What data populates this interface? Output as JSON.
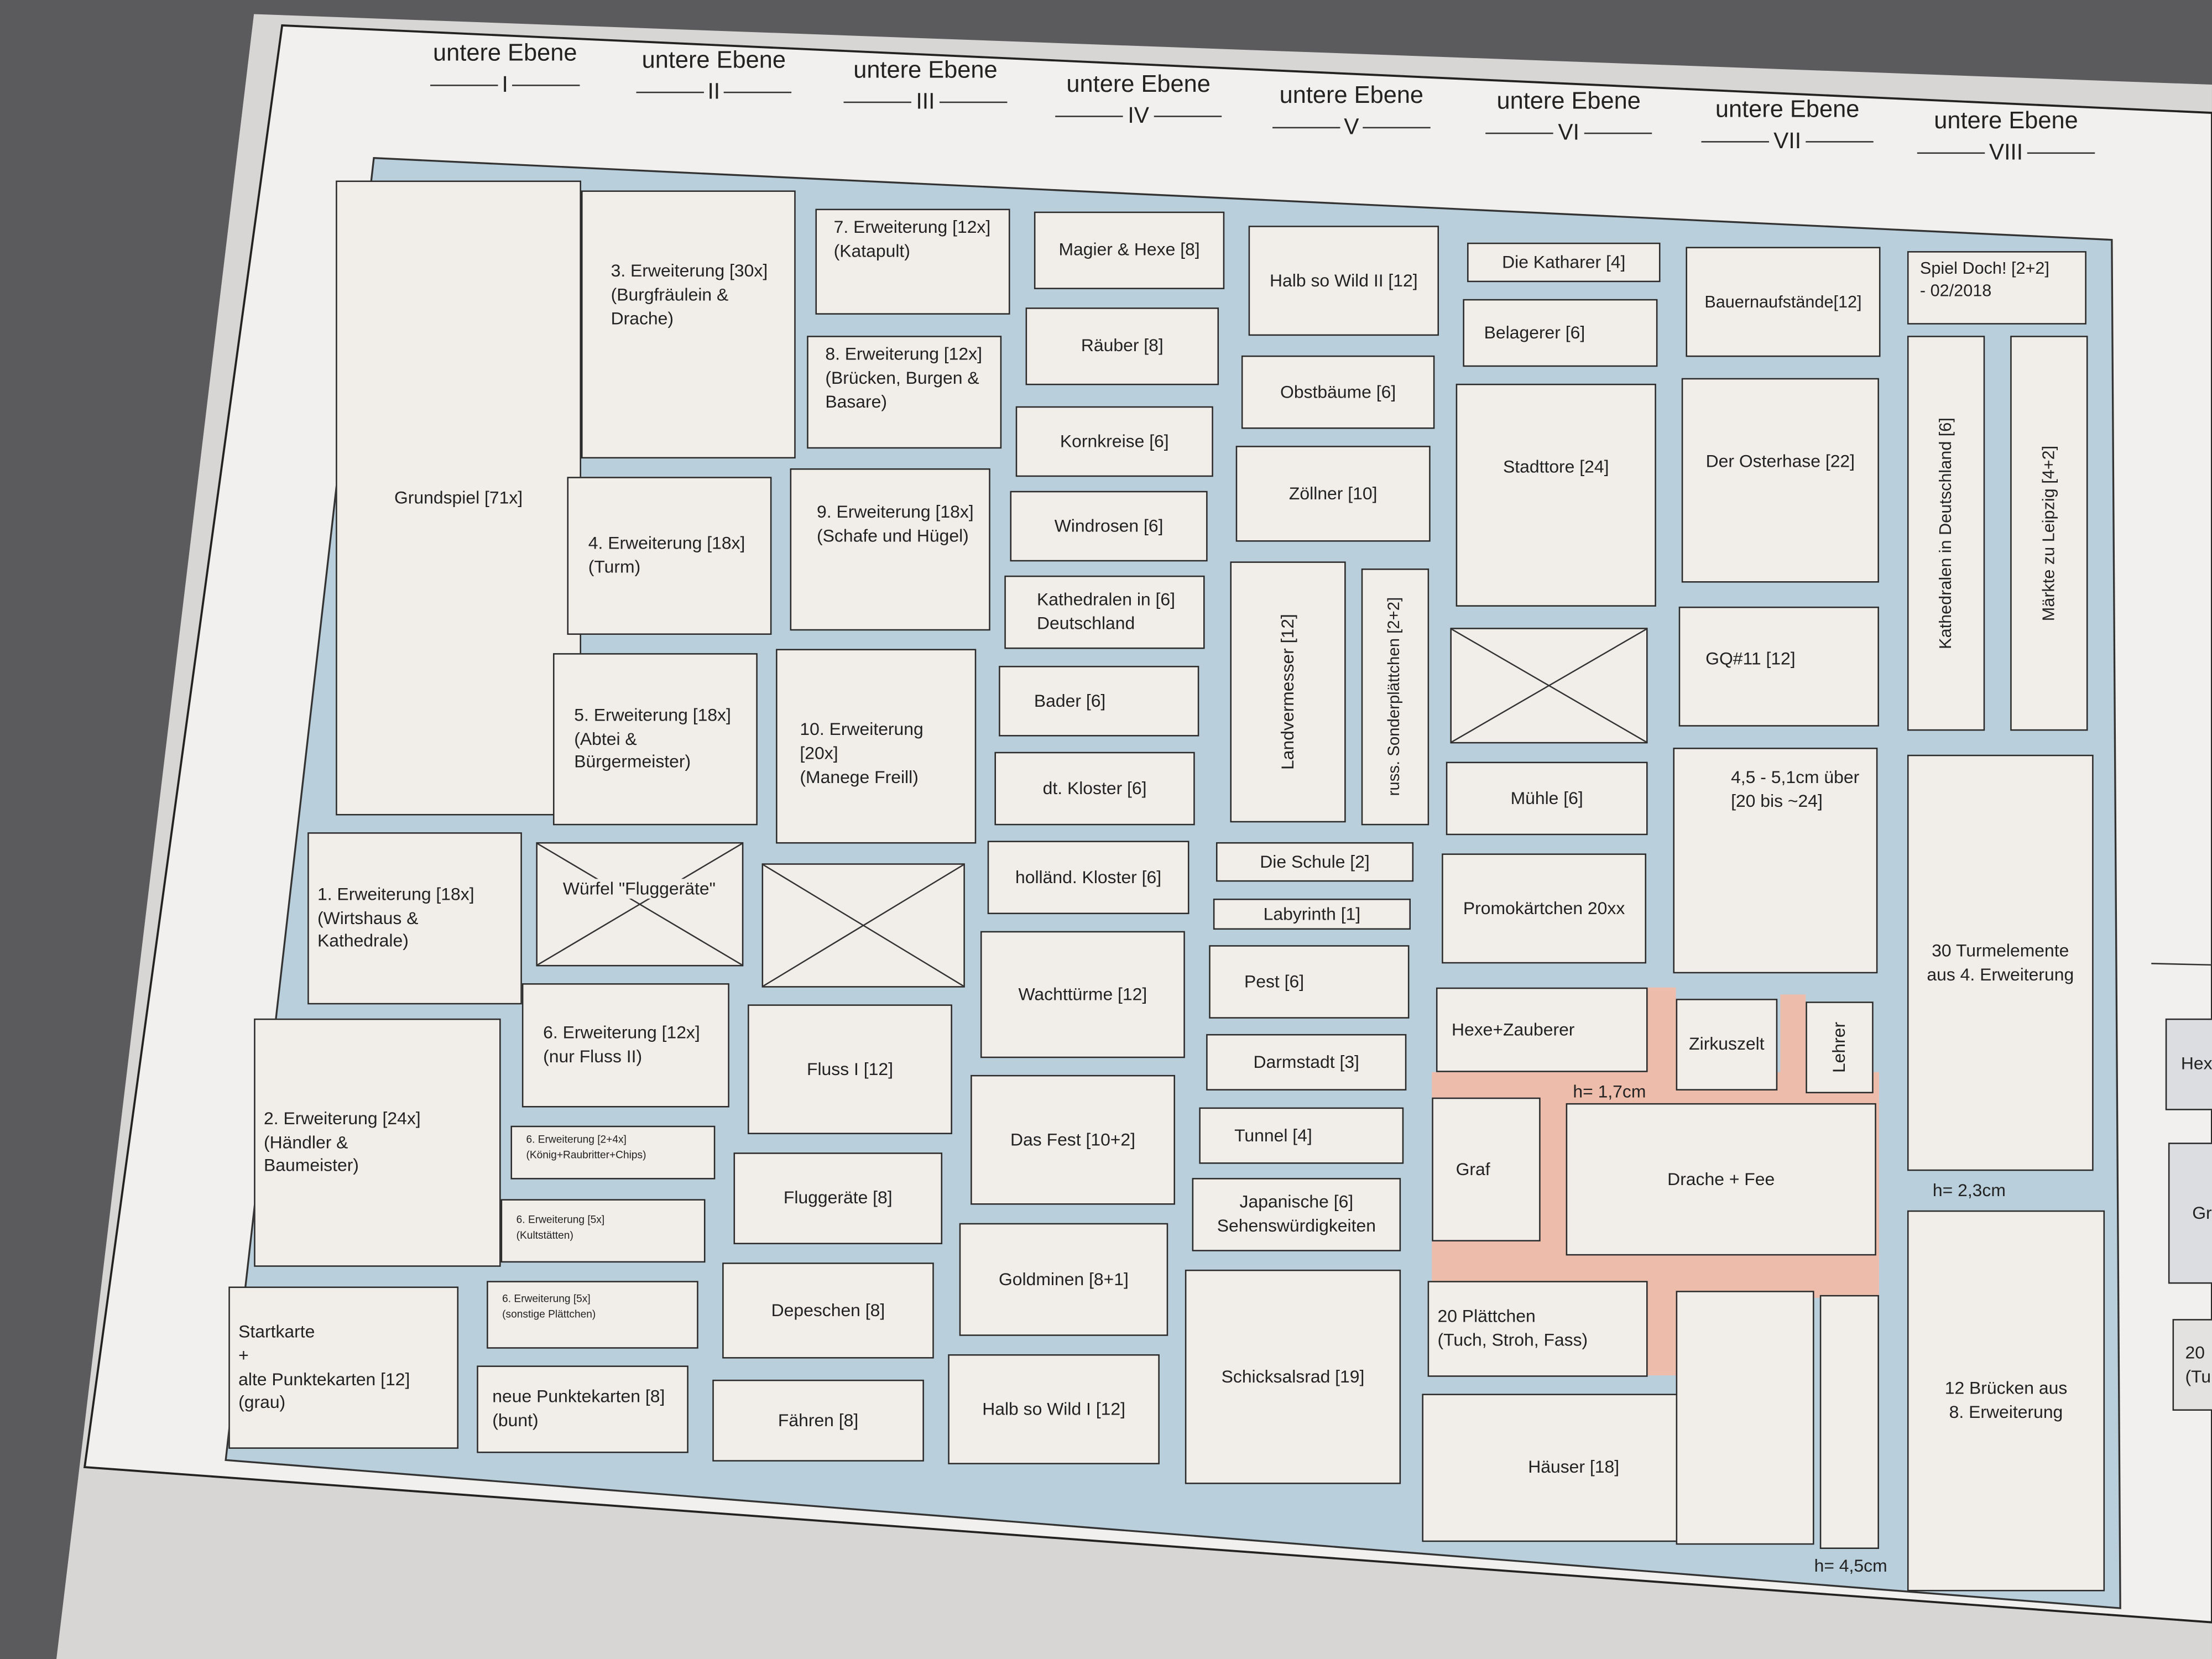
{
  "headers": [
    {
      "label": "untere Ebene",
      "num": "I"
    },
    {
      "label": "untere Ebene",
      "num": "II"
    },
    {
      "label": "untere Ebene",
      "num": "III"
    },
    {
      "label": "untere Ebene",
      "num": "IV"
    },
    {
      "label": "untere Ebene",
      "num": "V"
    },
    {
      "label": "untere Ebene",
      "num": "VI"
    },
    {
      "label": "untere Ebene",
      "num": "VII"
    },
    {
      "label": "untere Ebene",
      "num": "VIII"
    }
  ],
  "col1": {
    "grundspiel": "Grundspiel [71x]",
    "erw1": "1. Erweiterung [18x]\n(Wirtshaus &\nKathedrale)",
    "erw2": "2. Erweiterung [24x]\n(Händler &\nBaumeister)",
    "start": "Startkarte\n+\nalte Punktekarten [12]\n(grau)"
  },
  "col2": {
    "erw3": "3. Erweiterung [30x]\n(Burgfräulein &\nDrache)",
    "erw4": "4. Erweiterung [18x]\n(Turm)",
    "erw5": "5. Erweiterung [18x]\n(Abtei &\nBürgermeister)",
    "wuerfel": "Würfel \"Fluggeräte\"",
    "erw6": "6. Erweiterung [12x]\n(nur Fluss II)",
    "erw6a": "6. Erweiterung [2+4x]\n(König+Raubritter+Chips)",
    "erw6b": "6. Erweiterung [5x]\n(Kultstätten)",
    "erw6c": "6. Erweiterung [5x]\n(sonstige Plättchen)",
    "punkte": "neue Punktekarten [8]\n(bunt)"
  },
  "col3": {
    "erw7": "7. Erweiterung [12x]\n(Katapult)",
    "erw8": "8. Erweiterung [12x]\n(Brücken, Burgen &\nBasare)",
    "erw9": "9. Erweiterung [18x]\n(Schafe und Hügel)",
    "erw10": "10. Erweiterung [20x]\n(Manege Freill)",
    "fluss": "Fluss I  [12]",
    "flug": "Fluggeräte  [8]",
    "depeschen": "Depeschen  [8]",
    "faehren": "Fähren  [8]"
  },
  "col4": {
    "magier": "Magier & Hexe  [8]",
    "raeuber": "Räuber  [8]",
    "korn": "Kornkreise  [6]",
    "wind": "Windrosen  [6]",
    "kath": "Kathedralen in  [6]\nDeutschland",
    "bader": "Bader  [6]",
    "dtk": "dt. Kloster  [6]",
    "holl": "holländ. Kloster  [6]",
    "wacht": "Wachttürme  [12]",
    "fest": "Das Fest  [10+2]",
    "gold": "Goldminen  [8+1]",
    "hsw1": "Halb so Wild I  [12]"
  },
  "col5": {
    "hsw2": "Halb so Wild II  [12]",
    "obst": "Obstbäume  [6]",
    "zoell": "Zöllner  [10]",
    "land": "Landvermesser  [12]",
    "russ": "russ. Sonderplättchen  [2+2]",
    "schule": "Die Schule  [2]",
    "laby": "Labyrinth  [1]",
    "pest": "Pest  [6]",
    "darm": "Darmstadt  [3]",
    "tunnel": "Tunnel  [4]",
    "jap": "Japanische  [6]\nSehenswürdigkeiten",
    "schick": "Schicksalsrad  [19]"
  },
  "col6": {
    "kath": "Die Katharer  [4]",
    "bel": "Belagerer  [6]",
    "stadt": "Stadttore  [24]",
    "muehle": "Mühle  [6]",
    "promo": "Promokärtchen 20xx",
    "hexe": "Hexe+Zauberer",
    "graf": "Graf",
    "zwanzig": "20 Plättchen\n(Tuch, Stroh, Fass)",
    "haeuser": "Häuser  [18]",
    "h17": "h= 1,7cm"
  },
  "col7": {
    "bauern": "Bauernaufstände[12]",
    "oster": "Der Osterhase  [22]",
    "gq": "GQ#11  [12]",
    "hoehe": "4,5 - 5,1cm über\n[20 bis ~24]",
    "zirkus": "Zirkuszelt",
    "lehrer": "Lehrer",
    "drache": "Drache + Fee",
    "h45": "h= 4,5cm"
  },
  "col8": {
    "spiel": "Spiel Doch!  [2+2]\n- 02/2018",
    "kath": "Kathedralen in Deutschland  [6]",
    "maerkte": "Märkte zu Leipzig  [4+2]",
    "turm": "30 Turmelemente\naus 4. Erweiterung",
    "h23": "h= 2,3cm",
    "bruecken": "12 Brücken aus\n8. Erweiterung"
  },
  "edge": {
    "hex": "Hex",
    "gr": "Gr",
    "zwanzig": "20\n(Tu"
  },
  "colors": {
    "paper": "#f1eeea",
    "channel": "#b9cfdc",
    "orange": "#eebcaa"
  }
}
